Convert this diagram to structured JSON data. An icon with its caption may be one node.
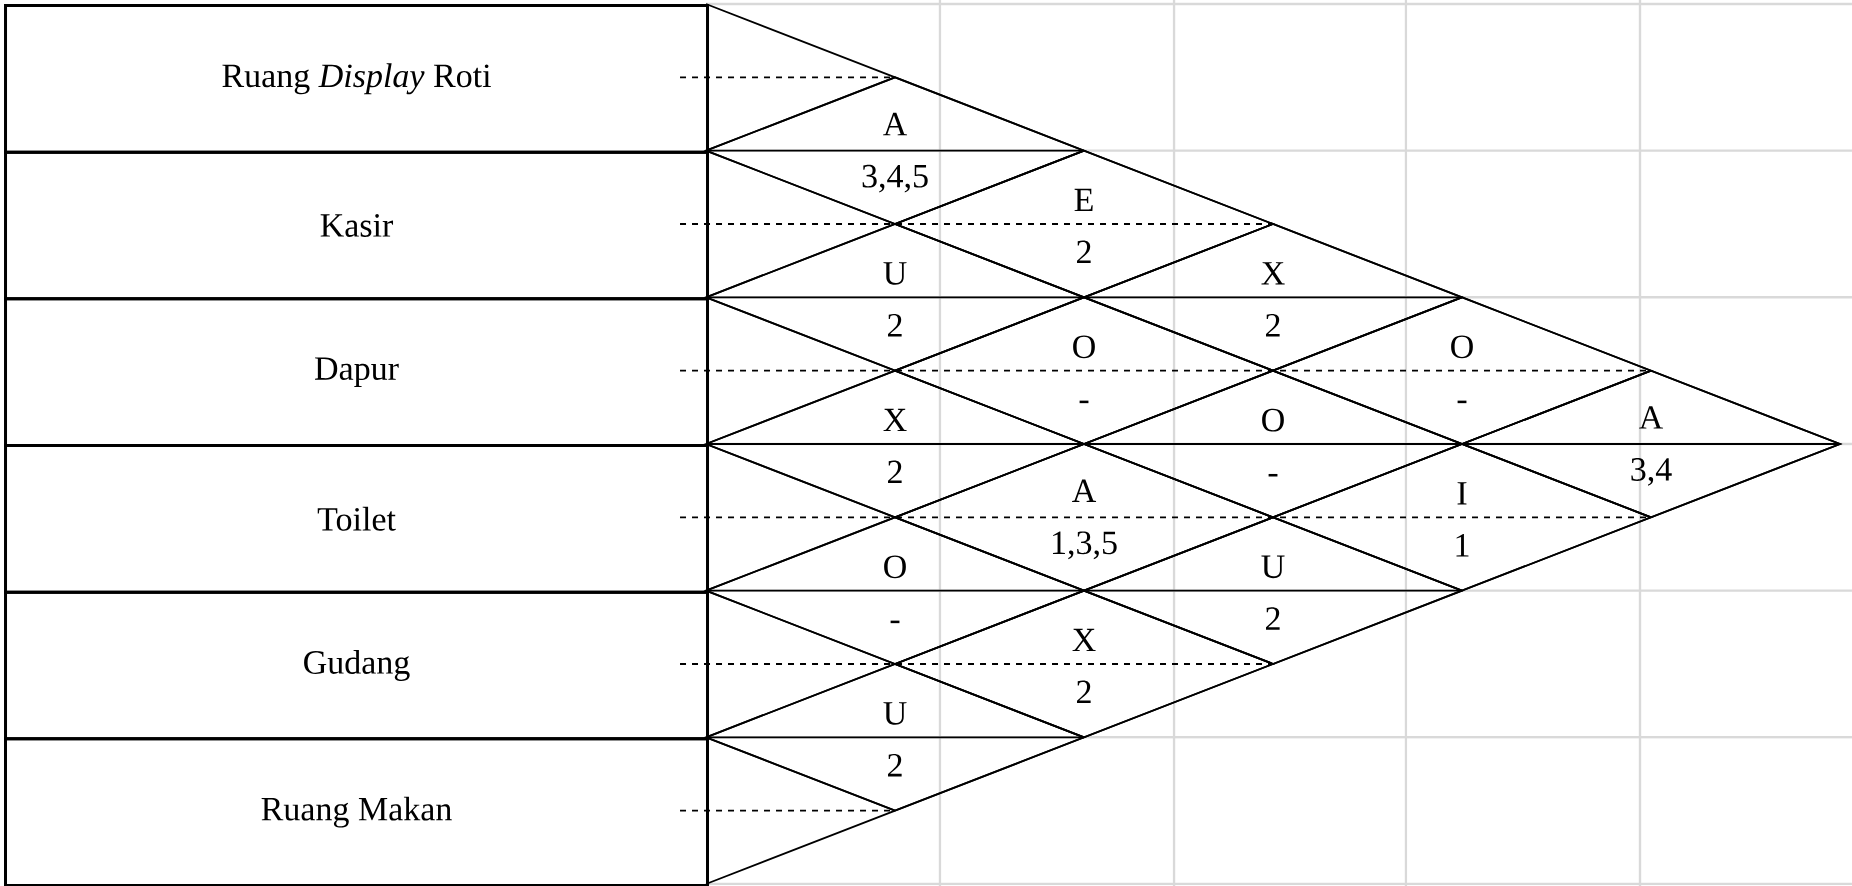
{
  "diagram": {
    "nodes": [
      {
        "text": [
          "Ruang *Display* Roti"
        ]
      },
      {
        "text": [
          "Kasir"
        ]
      },
      {
        "text": [
          "Dapur"
        ]
      },
      {
        "text": [
          "Toilet"
        ]
      },
      {
        "text": [
          "Gudang"
        ]
      },
      {
        "text": [
          "Ruang Makan"
        ]
      },
      {
        "text": [
          "A",
          "3,4,5"
        ]
      },
      {
        "text": [
          "U",
          "2"
        ]
      },
      {
        "text": [
          "X",
          "2"
        ]
      },
      {
        "text": [
          "O",
          "-"
        ]
      },
      {
        "text": [
          "U",
          "2"
        ]
      },
      {
        "text": [
          "E",
          "2"
        ]
      },
      {
        "text": [
          "O",
          "-"
        ]
      },
      {
        "text": [
          "A",
          "1,3,5"
        ]
      },
      {
        "text": [
          "X",
          "2"
        ]
      },
      {
        "text": [
          "X",
          "2"
        ]
      },
      {
        "text": [
          "O",
          "-"
        ]
      },
      {
        "text": [
          "U",
          "2"
        ]
      },
      {
        "text": [
          "O",
          "-"
        ]
      },
      {
        "text": [
          "I",
          "1"
        ]
      },
      {
        "text": [
          "A",
          "3,4"
        ]
      }
    ]
  }
}
